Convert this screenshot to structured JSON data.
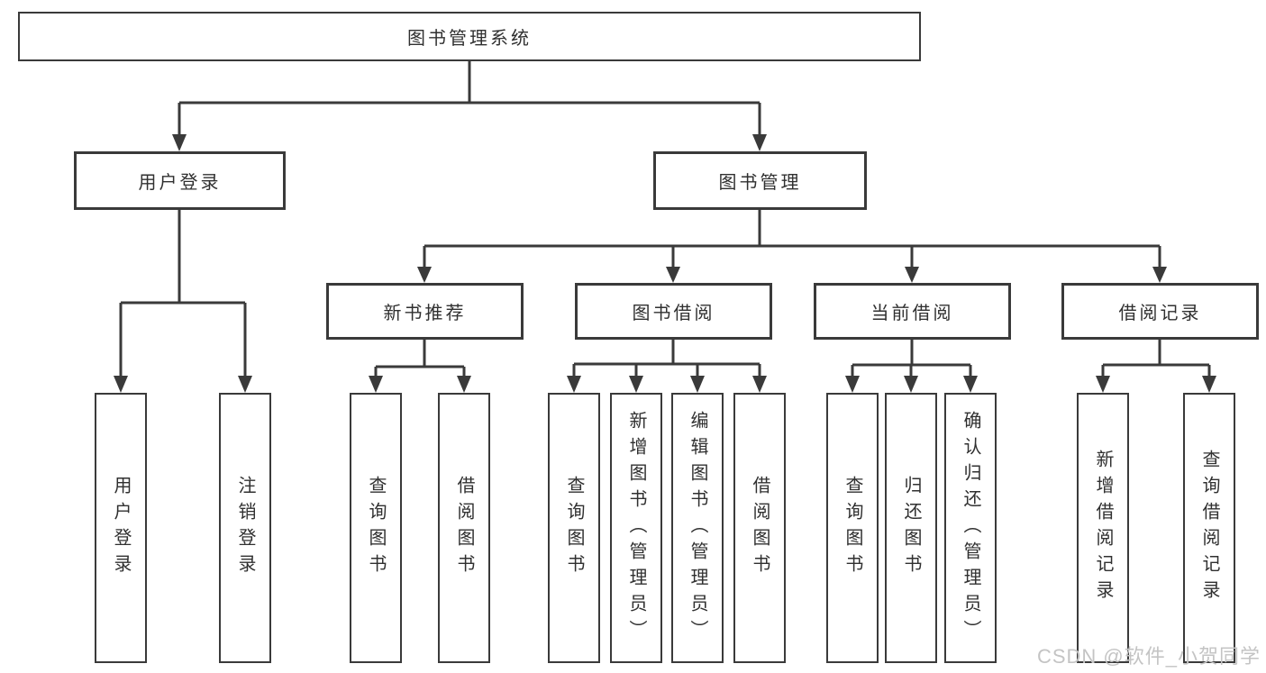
{
  "nodes": {
    "root": "图书管理系统",
    "user_login": "用户登录",
    "book_mgmt": "图书管理",
    "new_book_rec": "新书推荐",
    "book_borrow": "图书借阅",
    "current_borrow": "当前借阅",
    "borrow_records": "借阅记录",
    "ul_user_login": "用户登录",
    "ul_logout": "注销登录",
    "nbr_query_book": "查询图书",
    "nbr_borrow_book": "借阅图书",
    "bb_query_book": "查询图书",
    "bb_add_book": "新增图书（管理员）",
    "bb_edit_book": "编辑图书（管理员）",
    "bb_borrow_book": "借阅图书",
    "cb_query_book": "查询图书",
    "cb_return_book": "归还图书",
    "cb_confirm_return": "确认归还（管理员）",
    "br_add_record": "新增借阅记录",
    "br_query_record": "查询借阅记录"
  },
  "hierarchy": [
    {
      "parent": "图书管理系统",
      "children": [
        "用户登录",
        "图书管理"
      ]
    },
    {
      "parent": "用户登录",
      "children": [
        "用户登录",
        "注销登录"
      ]
    },
    {
      "parent": "图书管理",
      "children": [
        "新书推荐",
        "图书借阅",
        "当前借阅",
        "借阅记录"
      ]
    },
    {
      "parent": "新书推荐",
      "children": [
        "查询图书",
        "借阅图书"
      ]
    },
    {
      "parent": "图书借阅",
      "children": [
        "查询图书",
        "新增图书（管理员）",
        "编辑图书（管理员）",
        "借阅图书"
      ]
    },
    {
      "parent": "当前借阅",
      "children": [
        "查询图书",
        "归还图书",
        "确认归还（管理员）"
      ]
    },
    {
      "parent": "借阅记录",
      "children": [
        "新增借阅记录",
        "查询借阅记录"
      ]
    }
  ],
  "watermark": {
    "text": "CSDN @软件_小贺同学"
  },
  "colors": {
    "line": "#3a3a3a",
    "box_border": "#3a3a3a",
    "box_fill": "#ffffff",
    "text": "#303030",
    "watermark": "#c4c4c4",
    "background": "#ffffff"
  }
}
